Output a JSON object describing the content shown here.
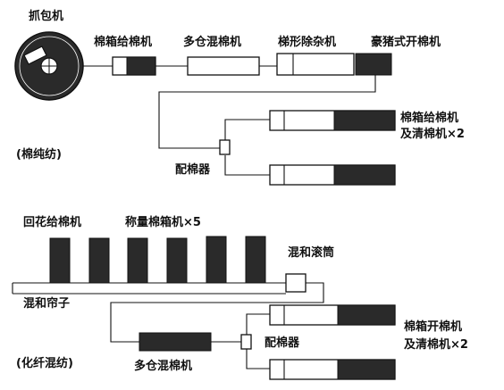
{
  "cotton": {
    "bale_plucker": "抓包机",
    "hopper_feeder": "棉箱给棉机",
    "multi_mixer": "多仓混棉机",
    "step_cleaner": "梯形除杂机",
    "porcupine_opener": "豪猪式开棉机",
    "hopper_and_scutcher_1": "棉箱给棉机",
    "hopper_and_scutcher_2": "及清棉机×2",
    "distributor": "配棉器",
    "label": "(棉纯纺)"
  },
  "blend": {
    "waste_feeder": "回花给棉机",
    "weighing_hoppers": "称量棉箱机×5",
    "mixing_drum": "混和滚筒",
    "mixing_lattice": "混和帘子",
    "distributor": "配棉器",
    "multi_mixer": "多仓混棉机",
    "opener_and_scutcher_1": "棉箱开棉机",
    "opener_and_scutcher_2": "及清棉机×2",
    "label": "(化纤混纺)"
  },
  "colors": {
    "ink": "#111111",
    "fill_dark": "#2a2a2a",
    "background": "#ffffff"
  }
}
